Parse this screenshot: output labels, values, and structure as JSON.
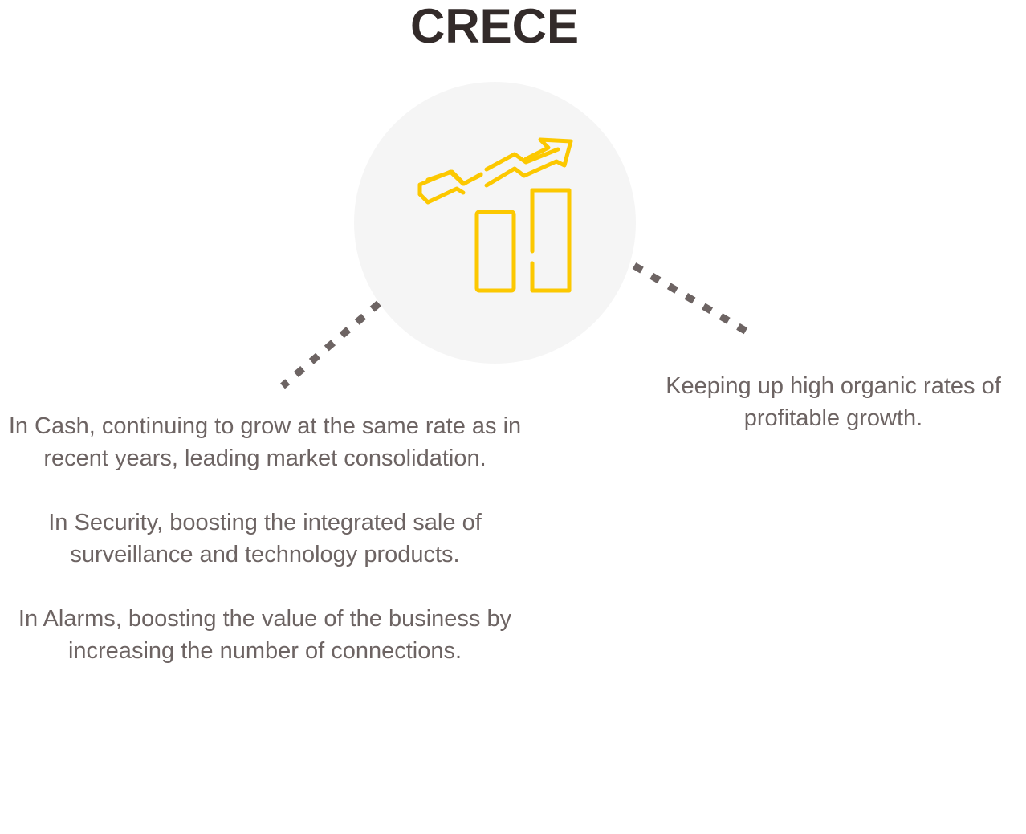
{
  "title": "CRECE",
  "icon": "growth-chart-icon",
  "colors": {
    "title": "#332b2a",
    "text": "#6d6463",
    "icon": "#fcc800",
    "circle": "#f5f5f5",
    "dots": "#6d6463"
  },
  "left_block": {
    "paragraphs": [
      "In Cash, continuing to grow at the same rate as in recent years, leading market consolidation.",
      "In Security, boosting the integrated sale of surveillance and technology products.",
      "In Alarms, boosting the value of the business by increasing the number of connections."
    ]
  },
  "right_block": {
    "text": "Keeping up high organic rates of profitable growth."
  }
}
